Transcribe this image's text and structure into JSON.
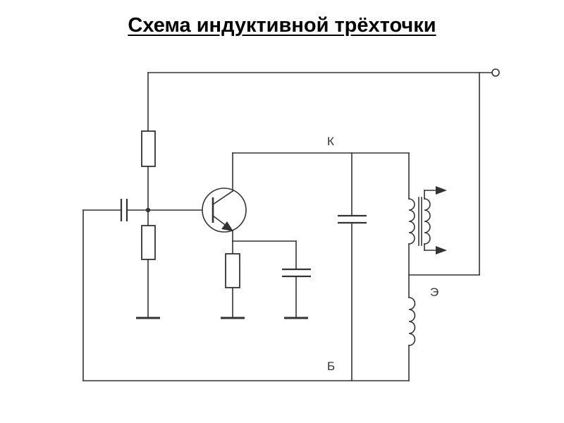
{
  "title": "Схема индуктивной трёхточки",
  "labels": {
    "collector": "К",
    "emitter": "Э",
    "base": "Б"
  },
  "colors": {
    "wire": "#333333",
    "text": "#000000",
    "background": "#ffffff"
  }
}
